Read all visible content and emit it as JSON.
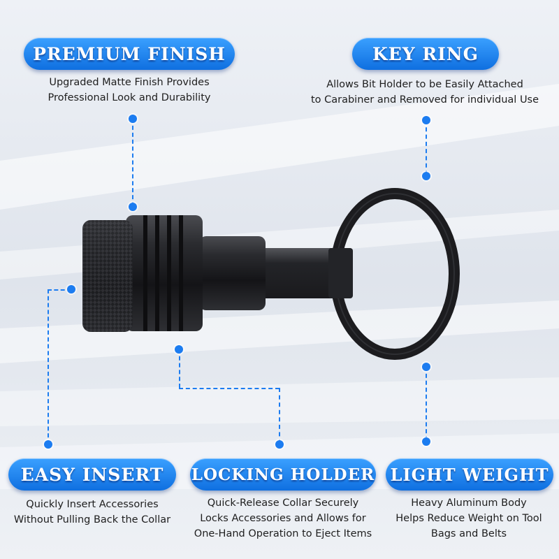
{
  "features": {
    "premium_finish": {
      "title": "PREMIUM FINISH",
      "lines": [
        "Upgraded Matte Finish Provides",
        "Professional Look and Durability"
      ]
    },
    "key_ring": {
      "title": "KEY RING",
      "lines": [
        "Allows Bit Holder to be Easily Attached",
        "to Carabiner and Removed for individual Use"
      ]
    },
    "easy_insert": {
      "title": "EASY INSERT",
      "lines": [
        "Quickly Insert Accessories",
        "Without Pulling Back the Collar"
      ]
    },
    "locking_holder": {
      "title": "LOCKING HOLDER",
      "lines": [
        "Quick-Release Collar Securely",
        "Locks Accessories and Allows for",
        "One-Hand Operation to Eject Items"
      ]
    },
    "light_weight": {
      "title": "LIGHT WEIGHT",
      "lines": [
        "Heavy Aluminum Body",
        "Helps Reduce Weight on Tool",
        "Bags and Belts"
      ]
    }
  },
  "colors": {
    "badge": "#1a7fee",
    "leader": "#1c7cf0",
    "product": "#1b1b1e"
  }
}
